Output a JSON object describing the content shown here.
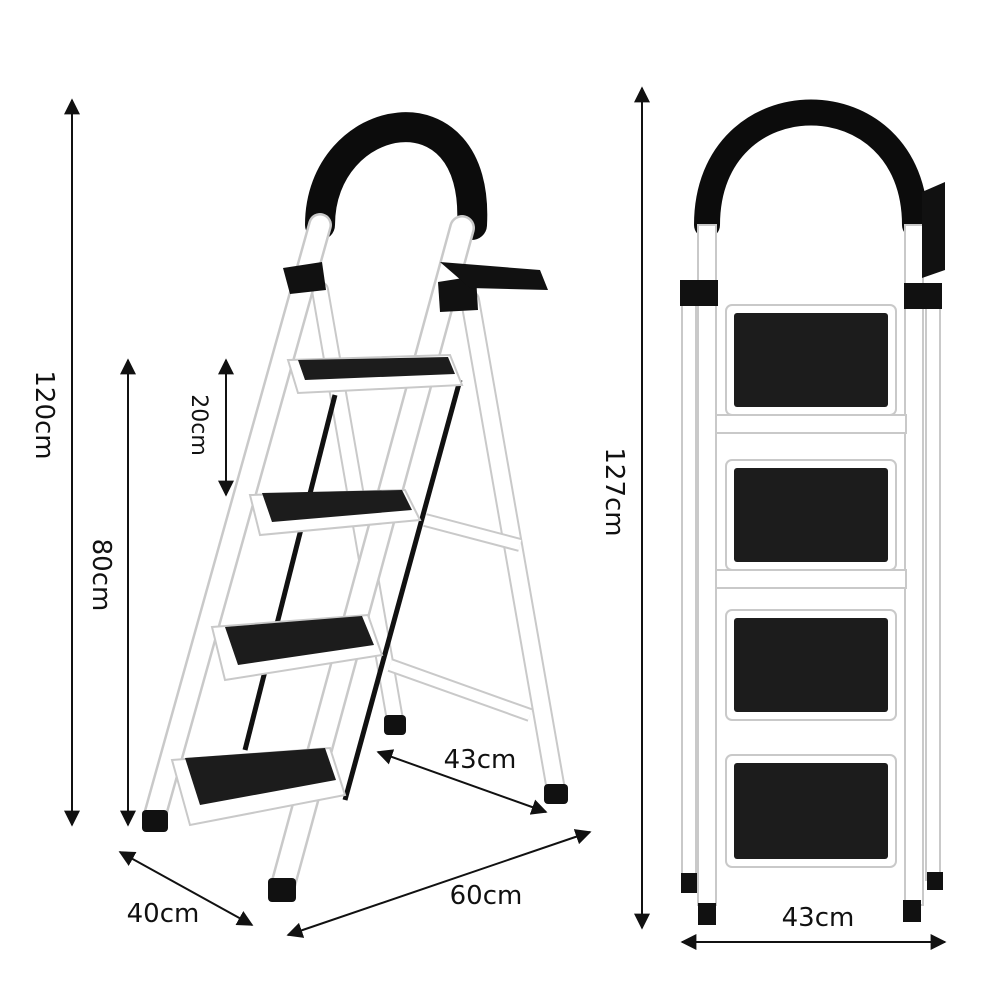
{
  "dimensions": {
    "total_height": "120cm",
    "platform_height": "80cm",
    "step_spacing": "20cm",
    "depth_rear": "43cm",
    "base_width": "40cm",
    "base_length": "60cm",
    "front_height": "127cm",
    "front_width": "43cm"
  },
  "colors": {
    "frame": "#ffffff",
    "frame_outline": "#c9c9c9",
    "tread": "#1c1c1c",
    "handle": "#0c0c0c",
    "foot": "#111111",
    "arrow": "#111111"
  }
}
